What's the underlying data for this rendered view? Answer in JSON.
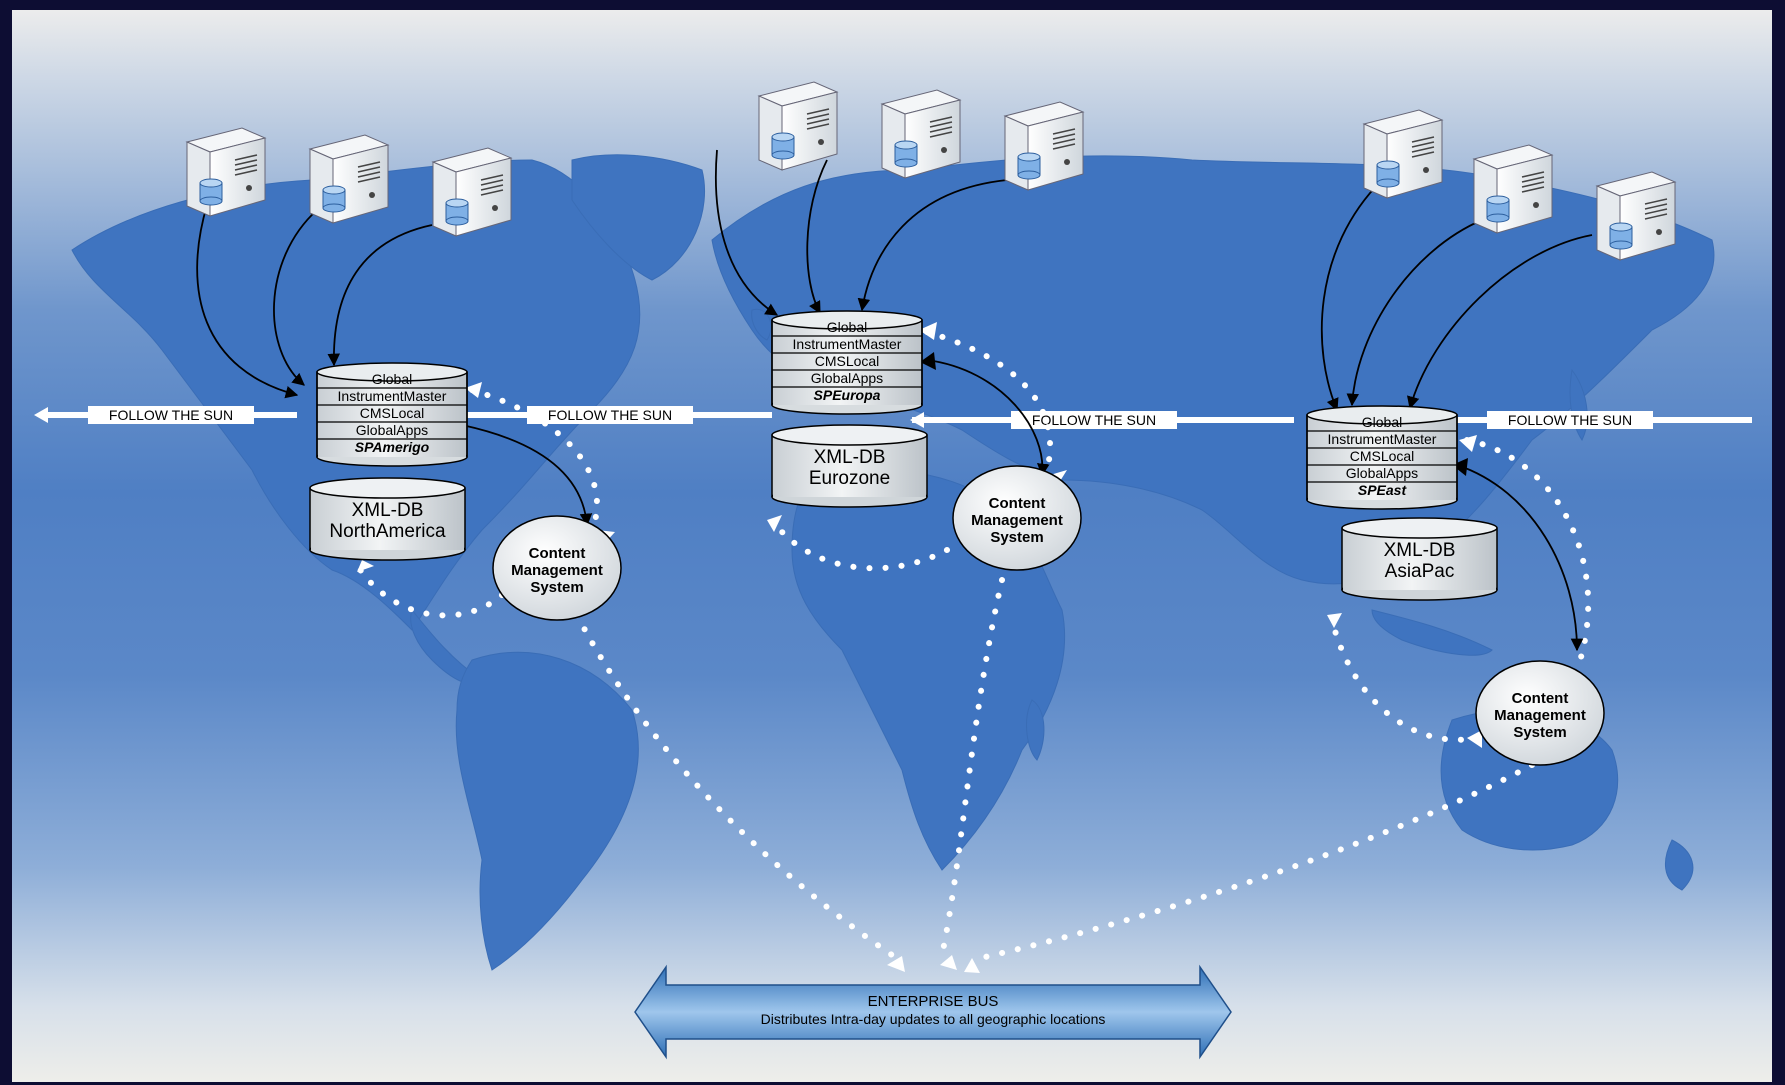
{
  "colors": {
    "frame": "#0d0d33",
    "land": "#3f74c0",
    "ocean_light": "#cfd9e6",
    "db_fill": "#e4e8ea",
    "bus_fill": "#4f8fd0",
    "dotted_flow": "#ffffff"
  },
  "icons": [
    "server-icon",
    "database-icon"
  ],
  "follow_the_sun": [
    "FOLLOW THE SUN",
    "FOLLOW THE SUN",
    "FOLLOW THE SUN",
    "FOLLOW THE SUN"
  ],
  "regions": {
    "americas": {
      "db_stack": [
        "Global",
        "InstrumentMaster",
        "CMSLocal",
        "GlobalApps",
        "SPAmerigo"
      ],
      "xml_db": [
        "XML-DB",
        "NorthAmerica"
      ],
      "cms": [
        "Content",
        "Management",
        "System"
      ]
    },
    "europe": {
      "db_stack": [
        "Global",
        "InstrumentMaster",
        "CMSLocal",
        "GlobalApps",
        "SPEuropa"
      ],
      "xml_db": [
        "XML-DB",
        "Eurozone"
      ],
      "cms": [
        "Content",
        "Management",
        "System"
      ]
    },
    "asia": {
      "db_stack": [
        "Global",
        "InstrumentMaster",
        "CMSLocal",
        "GlobalApps",
        "SPEast"
      ],
      "xml_db": [
        "XML-DB",
        "AsiaPac"
      ],
      "cms": [
        "Content",
        "Management",
        "System"
      ]
    }
  },
  "enterprise_bus": {
    "title": "ENTERPRISE BUS",
    "subtitle": "Distributes Intra-day updates to all geographic locations"
  }
}
